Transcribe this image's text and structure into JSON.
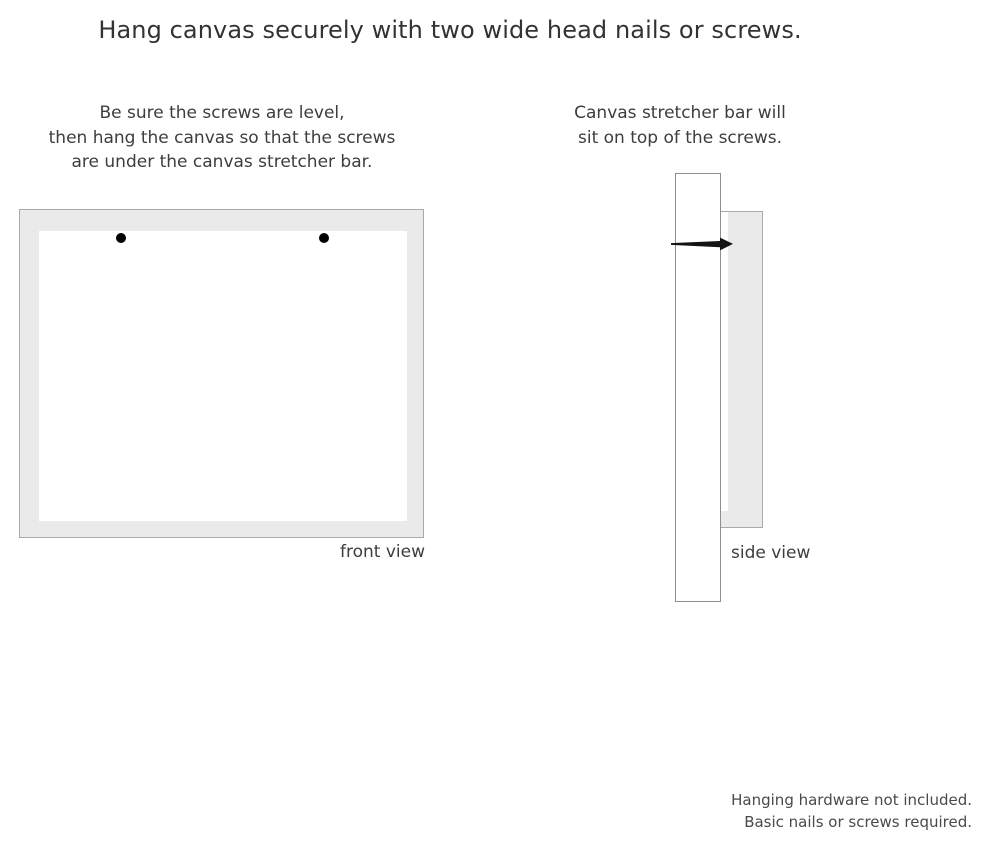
{
  "page": {
    "background_color": "#ffffff",
    "headline": "Hang canvas securely with two wide head nails or screws."
  },
  "front_section": {
    "caption_lines": [
      "Be sure the screws are level,",
      "then hang the canvas so that the screws",
      "are under the canvas stretcher bar."
    ],
    "view_label": "front view",
    "frame_fill_color": "#eaeaea",
    "frame_border_color": "#a9a9a9",
    "frame_inner_color": "#ffffff",
    "screw_color": "#000000",
    "screw_count": 2
  },
  "side_section": {
    "caption_lines": [
      "Canvas stretcher bar will",
      "sit on top of the screws."
    ],
    "view_label": "side view",
    "wall_fill_color": "#ffffff",
    "wall_border_color": "#8e8e8e",
    "bar_fill_color": "#eaeaea",
    "bar_border_color": "#a9a9a9",
    "nail_color": "#141414"
  },
  "footer": {
    "lines": [
      "Hanging hardware not included.",
      "Basic nails or screws required."
    ]
  }
}
